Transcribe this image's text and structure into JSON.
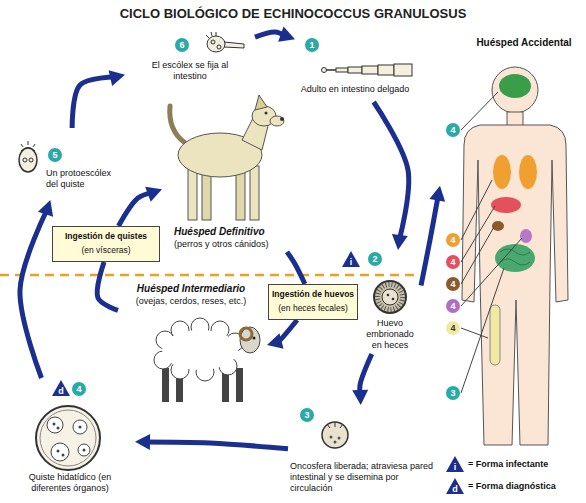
{
  "diagram": {
    "title": "CICLO BIOLÓGICO DE ECHINOCOCCUS GRANULOSUS",
    "nodes": [
      {
        "text": [
          "6",
          "El escólex se fija al intestino"
        ]
      },
      {
        "text": [
          "1",
          "Adulto en intestino delgado"
        ]
      },
      {
        "text": [
          "Huésped Accidental"
        ]
      },
      {
        "text": [
          "5",
          "Un protoescólex del quiste"
        ]
      },
      {
        "text": [
          "Huésped Definitivo",
          "(perros y otros cánidos)"
        ]
      },
      {
        "text": [
          "Ingestión de quistes",
          "(en vísceras)"
        ]
      },
      {
        "text": [
          "2",
          "Huevo embrionado en heces"
        ]
      },
      {
        "text": [
          "Huésped Intermediario",
          "(ovejas, cerdos, reses, etc.)"
        ]
      },
      {
        "text": [
          "Ingestión de huevos",
          "(en heces fecales)"
        ]
      },
      {
        "text": [
          "4",
          "Quiste hidatídico (en diferentes órganos)"
        ]
      },
      {
        "text": [
          "3",
          "Oncosfera liberada; atraviesa pared intestinal y se disemina por circulación"
        ]
      }
    ],
    "edges": [
      {
        "from": 3,
        "to": 0,
        "arrow": "to"
      },
      {
        "from": 0,
        "to": 1,
        "arrow": "to"
      },
      {
        "from": 1,
        "to": 6,
        "arrow": "to"
      },
      {
        "from": 6,
        "to": 2,
        "arrow": "to"
      },
      {
        "from": 6,
        "to": 10,
        "arrow": "to"
      },
      {
        "from": 10,
        "to": 9,
        "arrow": "to"
      },
      {
        "from": 9,
        "to": 3,
        "arrow": "to"
      },
      {
        "from": 4,
        "to": 8,
        "arrow": "none"
      },
      {
        "from": 8,
        "to": 7,
        "arrow": "to"
      },
      {
        "from": 7,
        "to": 5,
        "arrow": "none"
      },
      {
        "from": 5,
        "to": 4,
        "arrow": "to"
      }
    ],
    "labels": [
      "i",
      "d",
      "4",
      "4",
      "4",
      "4",
      "4",
      "4",
      "3",
      "i",
      "d"
    ],
    "legend": [
      {
        "text": "= Forma infectante"
      },
      {
        "text": "= Forma diagnóstica"
      }
    ]
  }
}
